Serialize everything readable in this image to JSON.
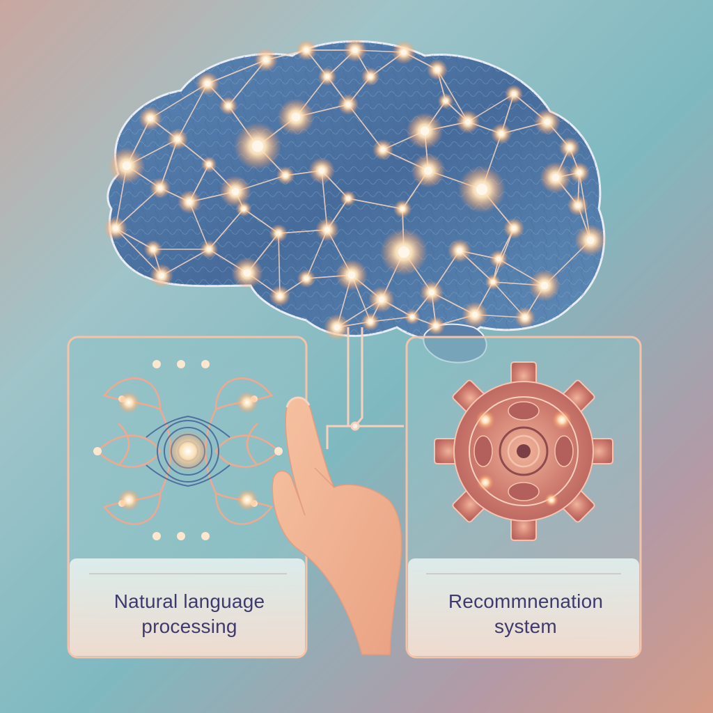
{
  "cards": [
    {
      "id": "nlp",
      "label_line1": "Natural language",
      "label_line2": "processing",
      "icon": "ornament-network-icon"
    },
    {
      "id": "rec",
      "label_line1": "Recommnenation",
      "label_line2": "system",
      "icon": "gear-icon"
    }
  ],
  "colors": {
    "brain_fill": "#4f76a3",
    "node_glow": "#ffd7a8",
    "link": "#ffcfb0",
    "card_border": "#f6c2a8",
    "gear": "#c9756c",
    "hand": "#f2b190",
    "label_text": "#3e3a6e"
  }
}
